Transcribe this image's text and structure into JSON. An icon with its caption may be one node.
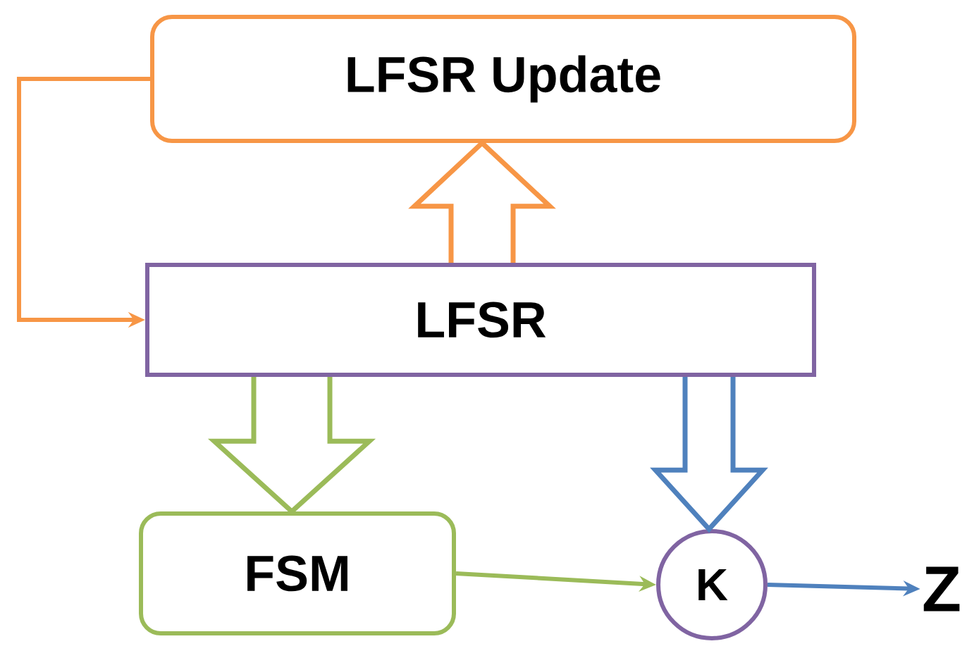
{
  "diagram": {
    "nodes": [
      {
        "text": [
          "LFSR Update"
        ]
      },
      {
        "text": [
          "LFSR"
        ]
      },
      {
        "text": [
          "FSM"
        ]
      },
      {
        "text": [
          "K"
        ]
      },
      {
        "text": [
          "Z"
        ]
      }
    ],
    "edges": [
      {
        "from": 0,
        "to": 1,
        "arrow": "to",
        "color": "#f79646"
      },
      {
        "from": 1,
        "to": 0,
        "arrow": "to",
        "style": "thick",
        "color": "#f79646"
      },
      {
        "from": 1,
        "to": 2,
        "arrow": "to",
        "style": "thick",
        "color": "#9bbb59"
      },
      {
        "from": 1,
        "to": 3,
        "arrow": "to",
        "style": "thick",
        "color": "#4f81bd"
      },
      {
        "from": 2,
        "to": 3,
        "arrow": "to",
        "color": "#9bbb59"
      },
      {
        "from": 3,
        "to": 4,
        "arrow": "to",
        "color": "#4f81bd"
      }
    ]
  }
}
